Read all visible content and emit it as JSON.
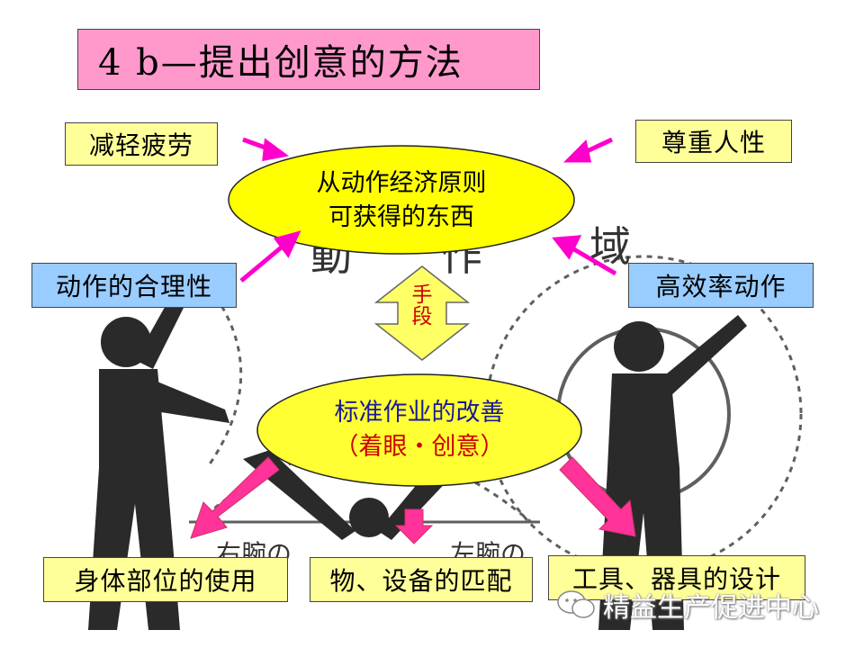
{
  "title": "4 b—提出创意的方法",
  "center_top": {
    "line1": "从动作经济原则",
    "line2": "可获得的东西"
  },
  "center_bottom": {
    "line1": "标准作业的改善",
    "line2": "（着眼・创意）"
  },
  "means_label": "手段",
  "top_left_box": "减轻疲劳",
  "top_right_box": "尊重人性",
  "mid_left_box": "动作的合理性",
  "mid_right_box": "高效率动作",
  "bottom_boxes": [
    "身体部位的使用",
    "物、设备的匹配",
    "工具、器具的设计"
  ],
  "background_text": {
    "top_left": "動",
    "top_mid": "作",
    "top_right": "域",
    "bottom_left": "右腕の",
    "bottom_right": "左腕の"
  },
  "watermark": "精益生产促进中心",
  "colors": {
    "title_bg": "#ff99cc",
    "yellow_box": "#ffff99",
    "blue_box": "#99ccff",
    "ellipse": "#ffff00",
    "arrow_magenta": "#ff00cc",
    "arrow_pink": "#ff3399",
    "means_arrow": "#ffff66"
  }
}
